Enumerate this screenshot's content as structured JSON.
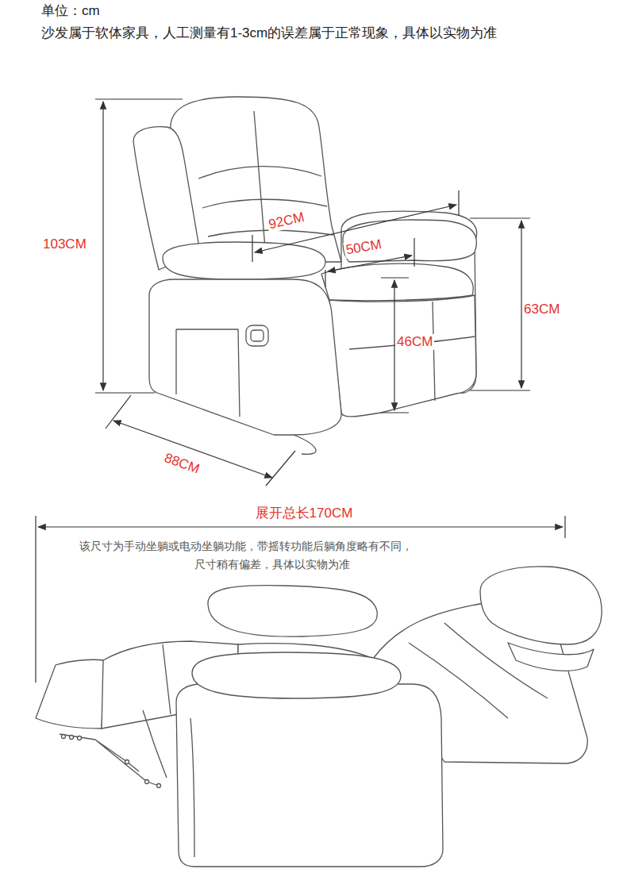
{
  "diagram": {
    "labels": [
      "单位：cm",
      "沙发属于软体家具，人工测量有1-3cm的误差属于正常现象，具体以实物为准",
      "103CM",
      "92CM",
      "50CM",
      "63CM",
      "46CM",
      "88CM",
      "展开总长170CM",
      "该尺寸为手动坐躺或电动坐躺功能，带摇转功能后躺角度略有不同，",
      "尺寸稍有偏差，具体以实物为准"
    ]
  }
}
